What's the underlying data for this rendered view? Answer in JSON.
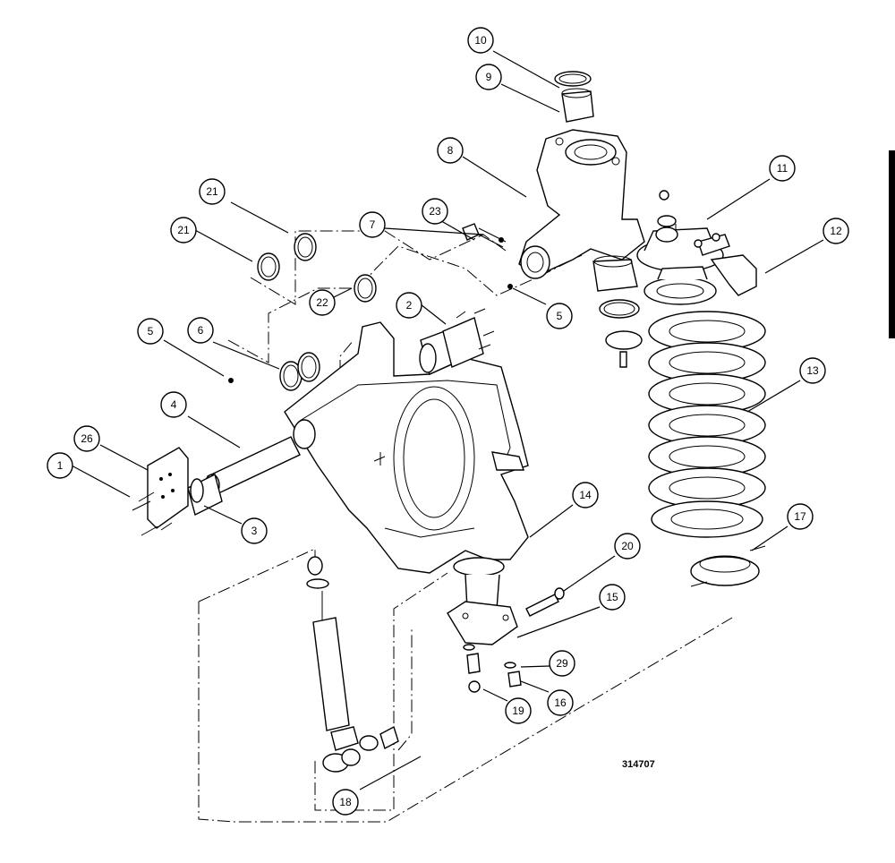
{
  "drawing_number": "314707",
  "callouts": [
    {
      "id": "c10",
      "label": "10"
    },
    {
      "id": "c9",
      "label": "9"
    },
    {
      "id": "c8",
      "label": "8"
    },
    {
      "id": "c23",
      "label": "23"
    },
    {
      "id": "c7",
      "label": "7"
    },
    {
      "id": "c21a",
      "label": "21"
    },
    {
      "id": "c21b",
      "label": "21"
    },
    {
      "id": "c22",
      "label": "22"
    },
    {
      "id": "c2",
      "label": "2"
    },
    {
      "id": "c5a",
      "label": "5"
    },
    {
      "id": "c5b",
      "label": "5"
    },
    {
      "id": "c6",
      "label": "6"
    },
    {
      "id": "c4",
      "label": "4"
    },
    {
      "id": "c26",
      "label": "26"
    },
    {
      "id": "c1",
      "label": "1"
    },
    {
      "id": "c3",
      "label": "3"
    },
    {
      "id": "c11",
      "label": "11"
    },
    {
      "id": "c12",
      "label": "12"
    },
    {
      "id": "c13",
      "label": "13"
    },
    {
      "id": "c14",
      "label": "14"
    },
    {
      "id": "c17",
      "label": "17"
    },
    {
      "id": "c20",
      "label": "20"
    },
    {
      "id": "c15",
      "label": "15"
    },
    {
      "id": "c29",
      "label": "29"
    },
    {
      "id": "c16",
      "label": "16"
    },
    {
      "id": "c19",
      "label": "19"
    },
    {
      "id": "c18",
      "label": "18"
    }
  ]
}
